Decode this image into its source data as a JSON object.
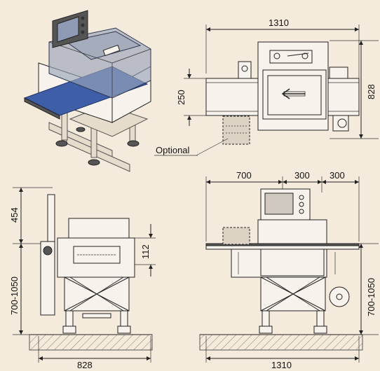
{
  "dimensions": {
    "top_width": "1310",
    "top_depth": "828",
    "top_belt": "250",
    "optional_label": "Optional",
    "side_top": "454",
    "side_height": "700-1050",
    "side_offset": "112",
    "side_width": "828",
    "front_seg1": "700",
    "front_seg2": "300",
    "front_seg3": "300",
    "front_height": "700-1050",
    "front_width": "1310"
  },
  "colors": {
    "background": "#f5ebdc",
    "conveyor_belt": "#3e5fa8",
    "hood_glass": "#9aa4b8",
    "floor_hatch": "#8a7f70"
  }
}
